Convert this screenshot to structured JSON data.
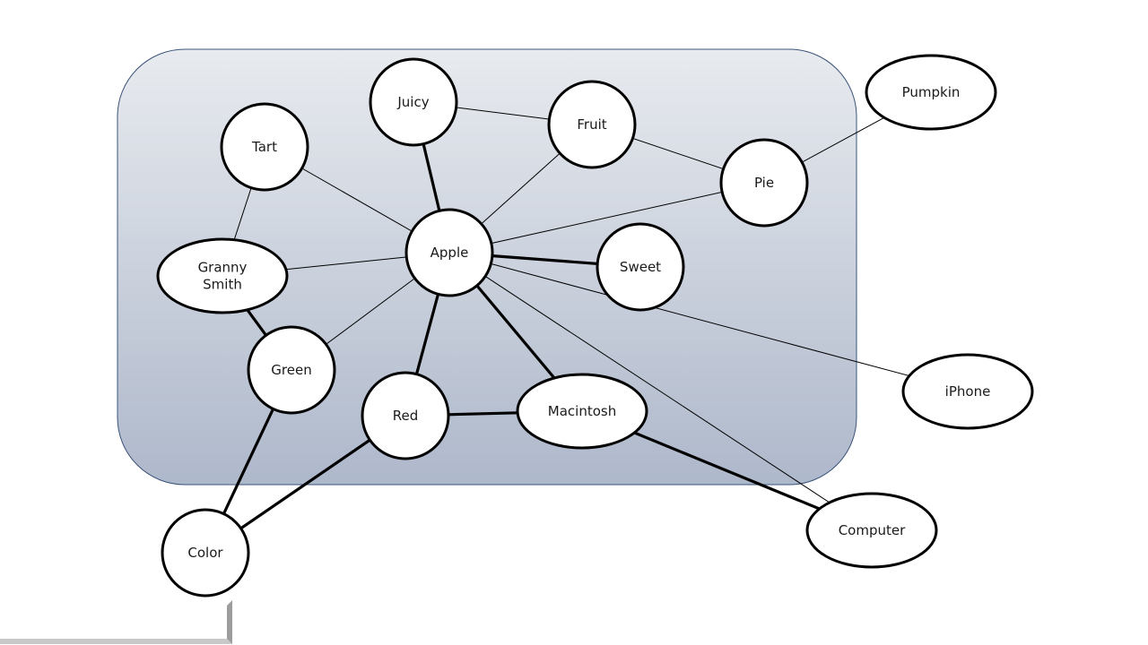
{
  "diagram": {
    "type": "concept-map",
    "group_region": {
      "label": "",
      "fill_top": "#e8ebef",
      "fill_bottom": "#aeb8cb",
      "stroke": "#3b5378"
    },
    "nodes": [
      {
        "id": "apple",
        "label": "Apple"
      },
      {
        "id": "juicy",
        "label": "Juicy"
      },
      {
        "id": "fruit",
        "label": "Fruit"
      },
      {
        "id": "tart",
        "label": "Tart"
      },
      {
        "id": "pie",
        "label": "Pie"
      },
      {
        "id": "pumpkin",
        "label": "Pumpkin"
      },
      {
        "id": "granny",
        "label": "Granny Smith",
        "lines": [
          "Granny",
          "Smith"
        ]
      },
      {
        "id": "sweet",
        "label": "Sweet"
      },
      {
        "id": "green",
        "label": "Green"
      },
      {
        "id": "red",
        "label": "Red"
      },
      {
        "id": "macintosh",
        "label": "Macintosh"
      },
      {
        "id": "iphone",
        "label": "iPhone"
      },
      {
        "id": "computer",
        "label": "Computer"
      },
      {
        "id": "color",
        "label": "Color"
      }
    ],
    "edges": [
      {
        "from": "juicy",
        "to": "apple",
        "weight": "strong"
      },
      {
        "from": "juicy",
        "to": "fruit",
        "weight": "weak"
      },
      {
        "from": "fruit",
        "to": "apple",
        "weight": "weak"
      },
      {
        "from": "fruit",
        "to": "pie",
        "weight": "weak"
      },
      {
        "from": "pie",
        "to": "apple",
        "weight": "weak"
      },
      {
        "from": "pie",
        "to": "pumpkin",
        "weight": "weak"
      },
      {
        "from": "tart",
        "to": "apple",
        "weight": "weak"
      },
      {
        "from": "tart",
        "to": "granny",
        "weight": "weak"
      },
      {
        "from": "granny",
        "to": "apple",
        "weight": "weak"
      },
      {
        "from": "granny",
        "to": "green",
        "weight": "strong"
      },
      {
        "from": "green",
        "to": "apple",
        "weight": "weak"
      },
      {
        "from": "green",
        "to": "color",
        "weight": "strong"
      },
      {
        "from": "apple",
        "to": "sweet",
        "weight": "strong"
      },
      {
        "from": "apple",
        "to": "red",
        "weight": "strong"
      },
      {
        "from": "apple",
        "to": "macintosh",
        "weight": "strong"
      },
      {
        "from": "apple",
        "to": "iphone",
        "weight": "weak"
      },
      {
        "from": "apple",
        "to": "computer",
        "weight": "weak"
      },
      {
        "from": "red",
        "to": "macintosh",
        "weight": "strong"
      },
      {
        "from": "red",
        "to": "color",
        "weight": "strong"
      },
      {
        "from": "macintosh",
        "to": "computer",
        "weight": "strong"
      }
    ]
  }
}
